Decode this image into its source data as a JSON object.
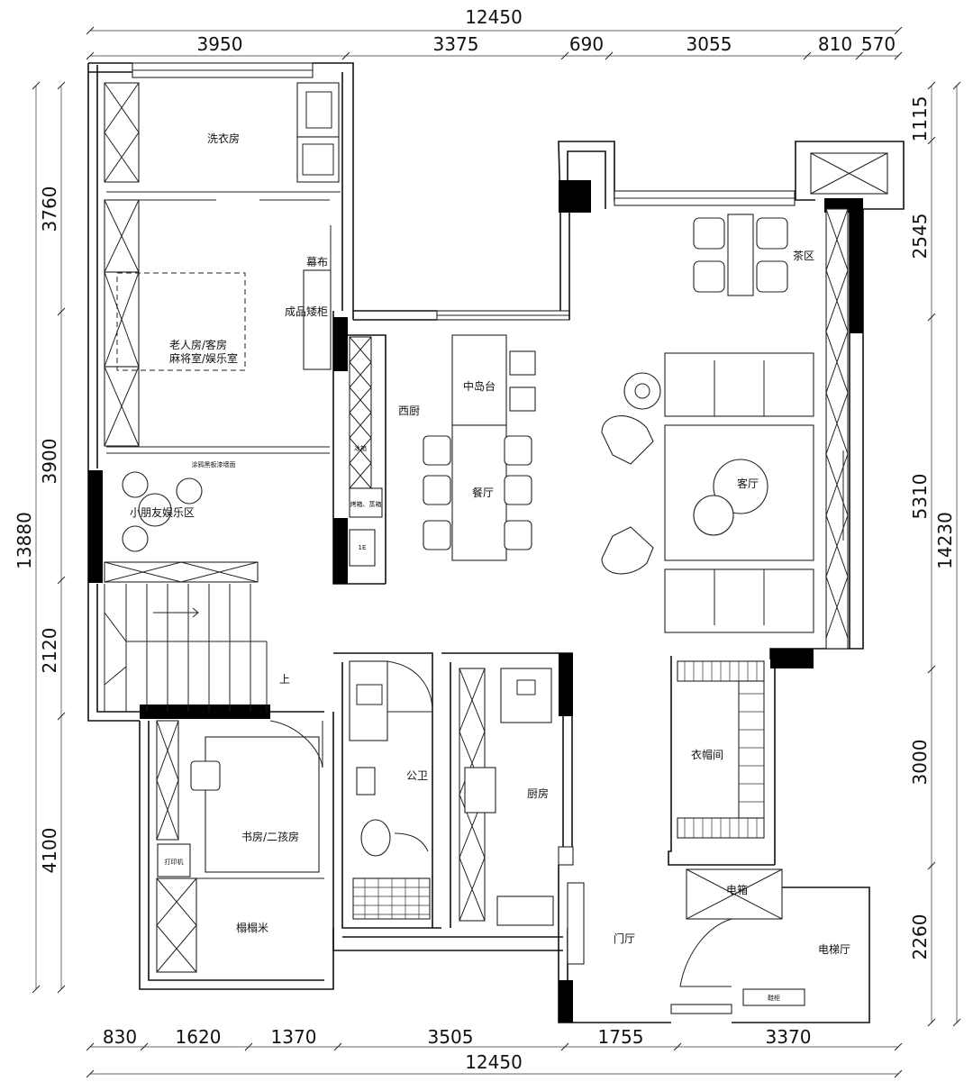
{
  "dimensions": {
    "top_total": "12450",
    "top_segments": [
      "3950",
      "3375",
      "690",
      "3055",
      "810",
      "570"
    ],
    "bottom_segments": [
      "830",
      "1620",
      "1370",
      "3505",
      "1755",
      "3370"
    ],
    "bottom_total": "12450",
    "left_segments": [
      "3760",
      "3900",
      "2120",
      "4100"
    ],
    "left_total": "13880",
    "right_segments": [
      "1115",
      "2545",
      "5310",
      "3000",
      "2260"
    ],
    "right_total": "14230"
  },
  "rooms": {
    "laundry": "洗衣房",
    "curtain": "幕布",
    "low_cabinet": "成品矮柜",
    "multi_room_line1": "老人房/客房",
    "multi_room_line2": "麻将室/娱乐室",
    "kids_area": "小朋友娱乐区",
    "western_kitchen": "西厨",
    "island": "中岛台",
    "dining": "餐厅",
    "tea_area": "茶区",
    "living": "客厅",
    "study": "书房/二孩房",
    "tatami": "榻榻米",
    "printer": "打印机",
    "public_bath": "公卫",
    "kitchen": "厨房",
    "cloakroom": "衣帽间",
    "foyer": "门厅",
    "elevator_hall": "电梯厅",
    "electric_box": "电箱",
    "stairs_up": "上"
  },
  "small_labels": {
    "blackboard_wall": "涂鸦黑板漆墙面",
    "fridge": "冰箱",
    "oven_steamer": "烤箱、蒸箱",
    "cabinet_tag": "1E",
    "shoe_tag": "鞋柜"
  }
}
